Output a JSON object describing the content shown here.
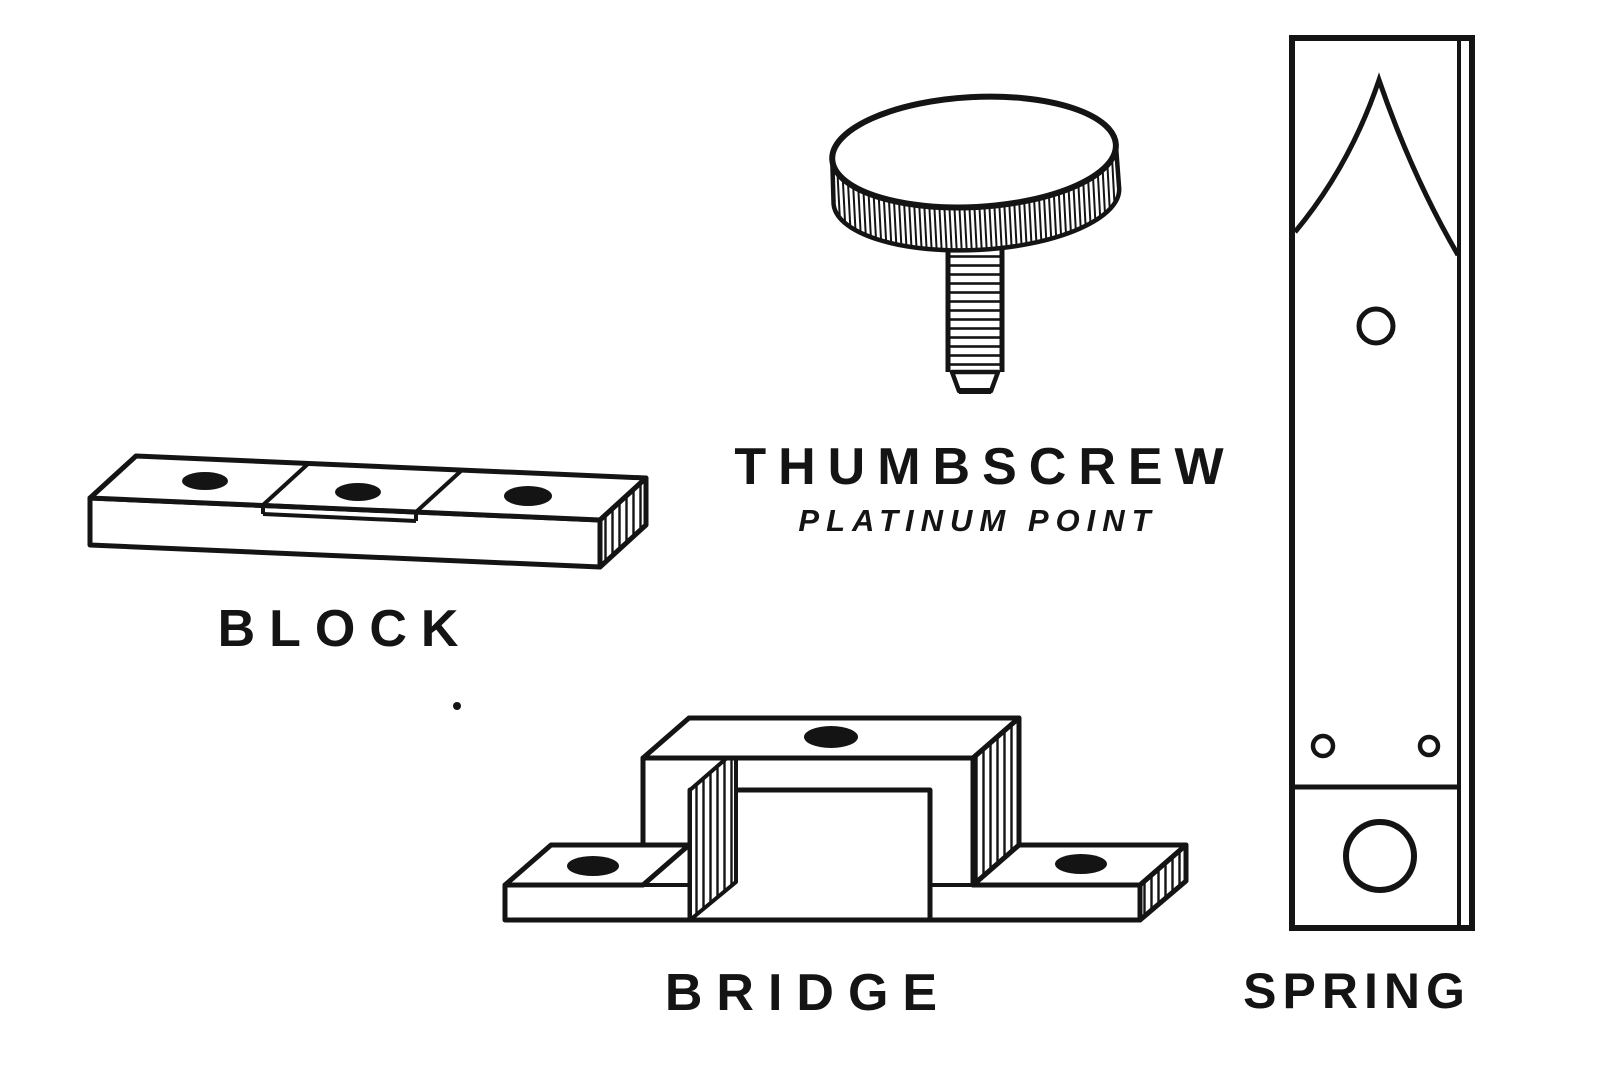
{
  "page": {
    "background": "#ffffff",
    "ink": "#141414"
  },
  "parts": {
    "block": {
      "label": "BLOCK"
    },
    "thumbscrew": {
      "label": "THUMBSCREW",
      "sublabel": "PLATINUM POINT"
    },
    "bridge": {
      "label": "BRIDGE"
    },
    "spring": {
      "label": "SPRING"
    }
  }
}
